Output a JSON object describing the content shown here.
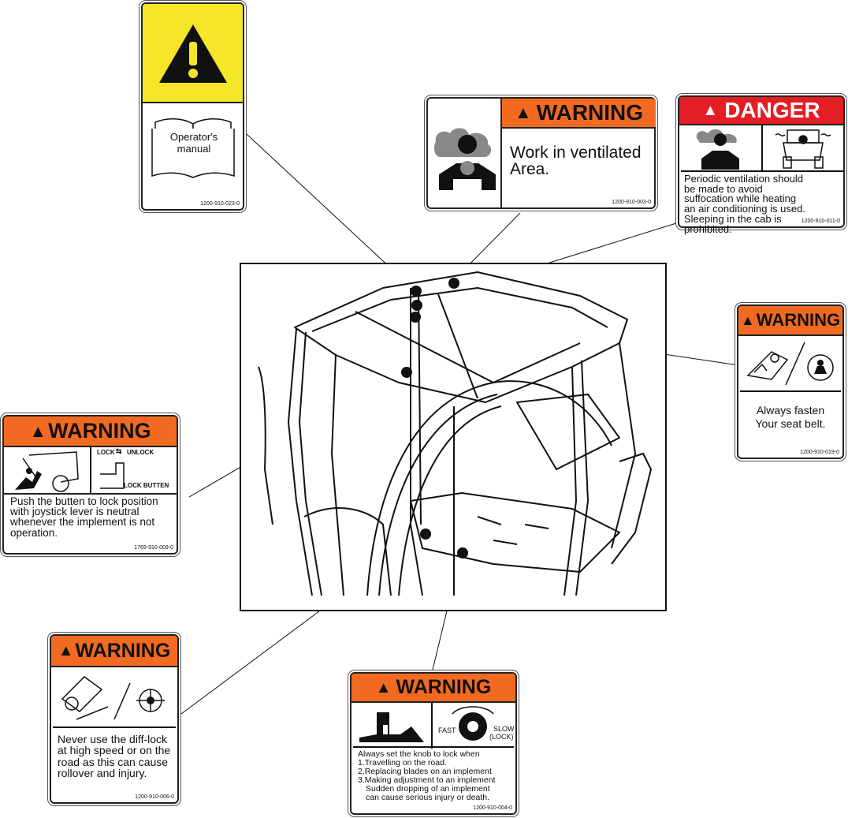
{
  "labels": {
    "operators_manual": {
      "manual_line1": "Operator's",
      "manual_line2": "manual",
      "code": "1200-910-023-0"
    },
    "ventilated_area": {
      "header": "WARNING",
      "message": "Work in ventilated Area.",
      "code": "1200-910-003-0"
    },
    "danger_suffocation": {
      "header": "DANGER",
      "message": "Periodic ventilation should be made to avoid suffocation while heating an air conditioning is used. Sleeping in the cab is prohibited.",
      "code": "1200-910-011-0"
    },
    "seat_belt": {
      "header": "WARNING",
      "message_line1": "Always fasten",
      "message_line2": "Your  seat belt.",
      "code": "1200-910-019-0"
    },
    "joystick_lock": {
      "header": "WARNING",
      "lock_text": "LOCK",
      "unlock_text": "UNLOCK",
      "button_text": "LOCK BUTTEN",
      "message": "Push the butten to lock position with joystick lever is neutral whenever the implement is not operation.",
      "code": "1769-910-009-0"
    },
    "diff_lock": {
      "header": "WARNING",
      "message": "Never use the diff-lock at high speed or on the road as this can cause rollover and injury.",
      "code": "1200-910-006-0"
    },
    "knob_lock": {
      "header": "WARNING",
      "fast_text": "FAST",
      "slow_text": "SLOW",
      "slow_lock_text": "(LOCK)",
      "message_line1": "Always set the knob to lock when",
      "message_line2": "1.Travelling on the road.",
      "message_line3": "2.Replacing blades on an implement",
      "message_line4": "3.Making adjustment to an implement",
      "message_line5": "Sudden dropping of an implement",
      "message_line6": "can cause serious injury or death.",
      "code": "1200-910-004-0"
    }
  },
  "colors": {
    "warning_orange": "#f26a21",
    "danger_red": "#e31e24",
    "caution_yellow": "#f5e62a"
  }
}
